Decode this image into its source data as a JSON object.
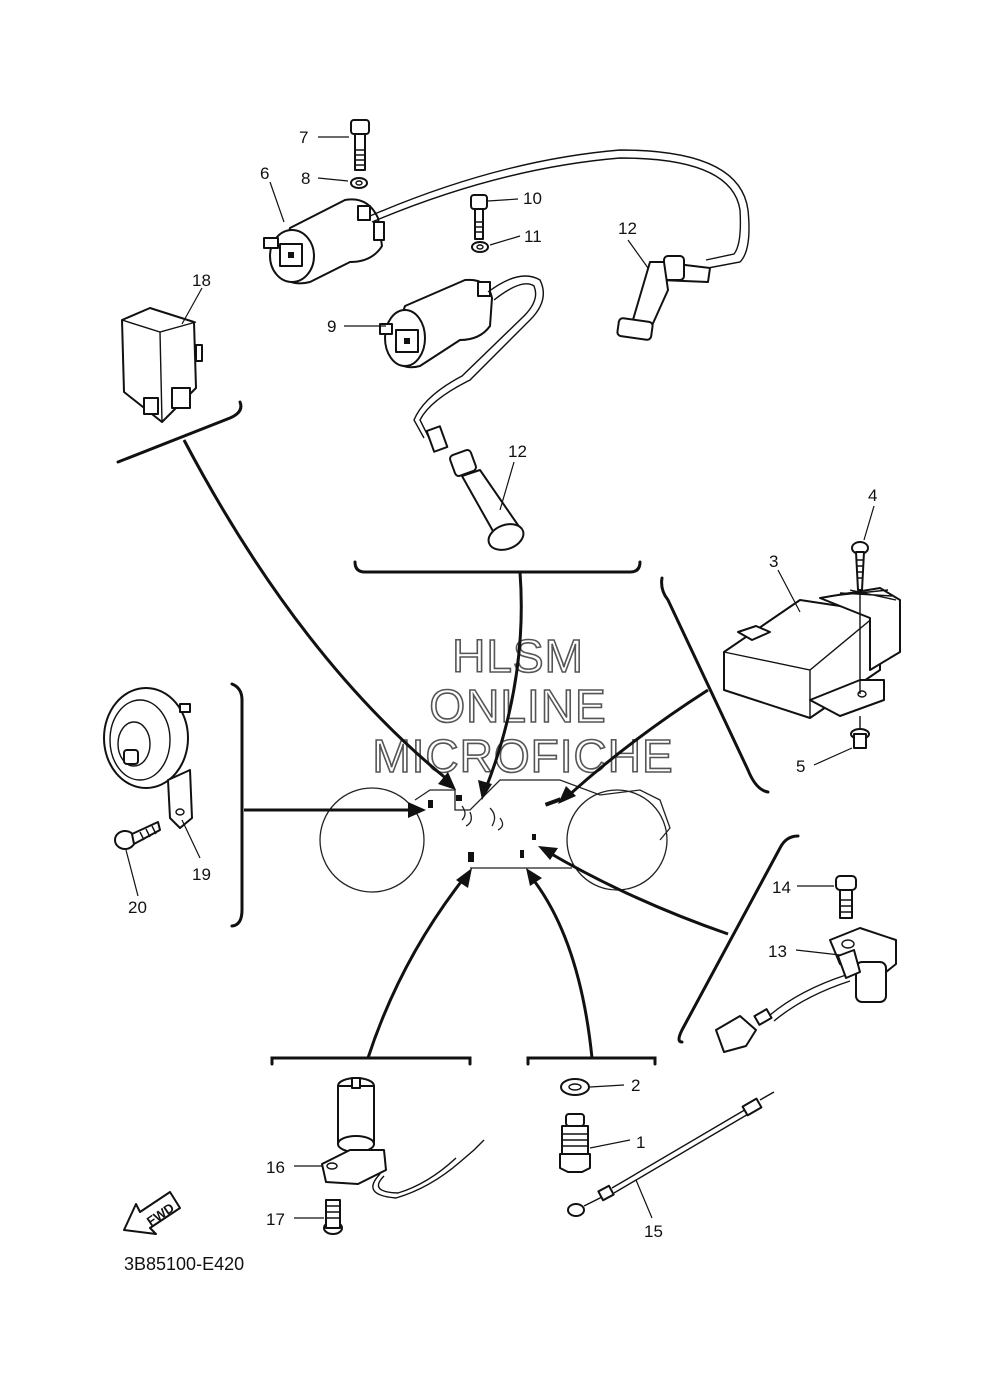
{
  "watermark": {
    "line1": "HLSM",
    "line2": "ONLINE",
    "line3": "MICROFICHE"
  },
  "diagram_code": "3B85100-E420",
  "fwd_label": "FWD",
  "callouts": {
    "c1": "1",
    "c2": "2",
    "c3": "3",
    "c4": "4",
    "c5": "5",
    "c6": "6",
    "c7": "7",
    "c8": "8",
    "c9": "9",
    "c10": "10",
    "c11": "11",
    "c12a": "12",
    "c12b": "12",
    "c13": "13",
    "c14": "14",
    "c15": "15",
    "c16": "16",
    "c17": "17",
    "c18": "18",
    "c19": "19",
    "c20": "20"
  },
  "parts": {
    "p1": "sensor-switch",
    "p2": "washer",
    "p3": "control-unit",
    "p4": "screw",
    "p5": "grommet",
    "p6": "ignition-coil",
    "p7": "bolt",
    "p8": "washer",
    "p9": "ignition-coil",
    "p10": "bolt",
    "p11": "washer",
    "p12": "spark-plug-cap",
    "p13": "sensor",
    "p14": "bolt",
    "p15": "lead-wire",
    "p16": "switch",
    "p17": "bolt",
    "p18": "relay-unit",
    "p19": "horn",
    "p20": "bolt"
  }
}
